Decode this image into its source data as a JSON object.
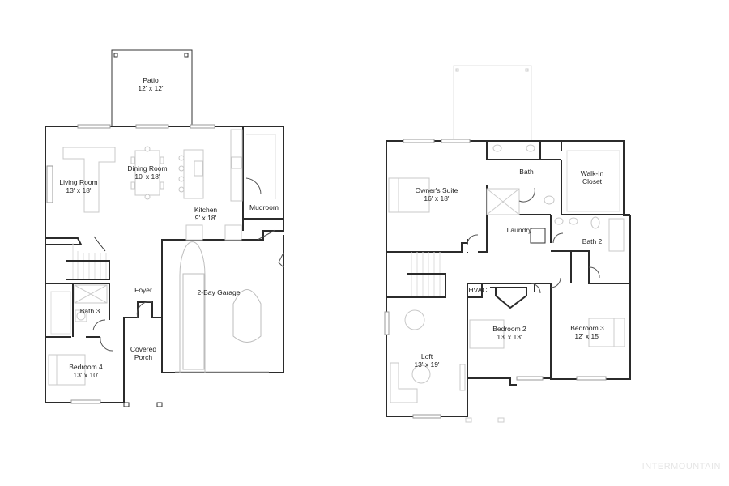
{
  "watermark": "INTERMOUNTAIN",
  "first_floor": {
    "rooms": [
      {
        "name": "Patio",
        "size": "12' x 12'"
      },
      {
        "name": "Living Room",
        "size": "13' x 18'"
      },
      {
        "name": "Dining Room",
        "size": "10' x 18'"
      },
      {
        "name": "Kitchen",
        "size": "9' x 18'"
      },
      {
        "name": "Mudroom",
        "size": ""
      },
      {
        "name": "Foyer",
        "size": ""
      },
      {
        "name": "2-Bay Garage",
        "size": ""
      },
      {
        "name": "Bath 3",
        "size": ""
      },
      {
        "name": "Covered",
        "size": "Porch"
      },
      {
        "name": "Bedroom 4",
        "size": "13' x 10'"
      }
    ]
  },
  "second_floor": {
    "rooms": [
      {
        "name": "Owner's Suite",
        "size": "16' x 18'"
      },
      {
        "name": "Bath",
        "size": ""
      },
      {
        "name": "Walk-In",
        "size": "Closet"
      },
      {
        "name": "Laundry",
        "size": ""
      },
      {
        "name": "Bath 2",
        "size": ""
      },
      {
        "name": "HVAC",
        "size": ""
      },
      {
        "name": "Bedroom 2",
        "size": "13' x 13'"
      },
      {
        "name": "Bedroom 3",
        "size": "12' x 15'"
      },
      {
        "name": "Loft",
        "size": "13' x 19'"
      }
    ]
  }
}
